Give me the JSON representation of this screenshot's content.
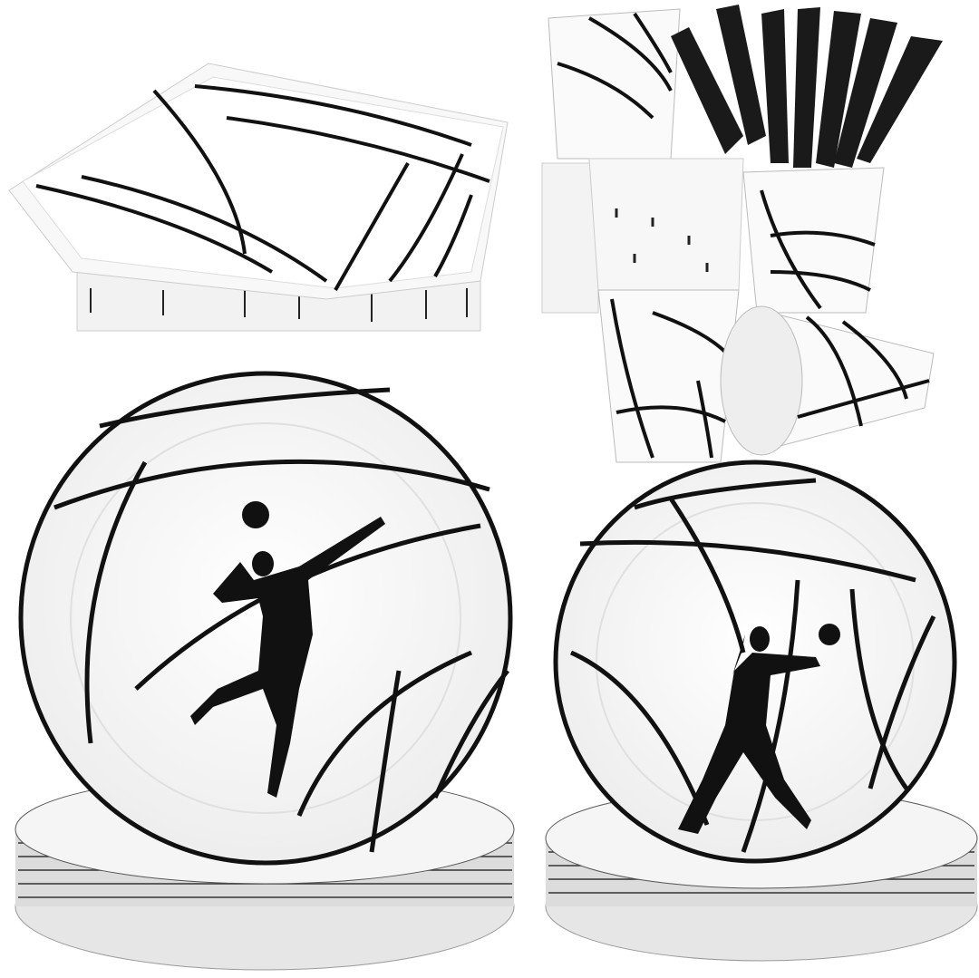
{
  "scene": {
    "subject": "volleyball-party-tableware-set",
    "colors": {
      "background": "#ffffff",
      "paper": "#f7f7f7",
      "line": "#111111",
      "shadow": "#d9d9d9",
      "fork": "#1a1a1a"
    },
    "items": [
      "napkins",
      "cups",
      "forks",
      "large-plates",
      "small-plates"
    ]
  }
}
